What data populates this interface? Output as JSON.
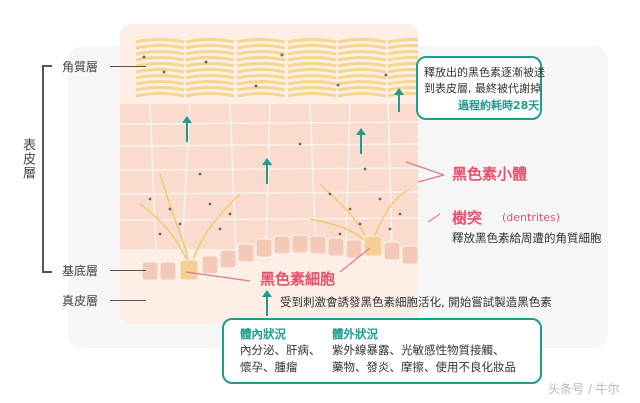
{
  "left_labels": {
    "stratum_corneum": "角質層",
    "epidermis": "表皮層",
    "basal_layer": "基底層",
    "dermis": "真皮層"
  },
  "top_box": {
    "line1": "釋放出的黑色素逐漸被送",
    "line2": "到表皮層, 最終被代謝掉",
    "highlight": "過程約耗時28天"
  },
  "annotations": {
    "melanosome": "黑色素小體",
    "dendrites_cn": "樹突",
    "dendrites_en": "(dentrites)",
    "dendrites_desc": "釋放黑色素給周遭的角質細胞",
    "melanocyte": "黑色素細胞",
    "stimulus": "受到刺激會誘發黑色素細胞活化, 開始嘗試製造黑色素"
  },
  "bottom_box": {
    "internal_title": "體內狀況",
    "internal_line1": "內分泌、肝病、",
    "internal_line2": "懷孕、腫瘤",
    "external_title": "體外狀況",
    "external_line1": "紫外線暴露、光敏感性物質接觸、",
    "external_line2": "藥物、發炎、摩擦、使用不良化妝品"
  },
  "watermark": "头条号 / 牛尔",
  "colors": {
    "teal": "#1e9c8c",
    "pink": "#e8506e",
    "corneum": "#f5d68f",
    "skin": "#fdeee6",
    "cell": "#f4c9b5"
  }
}
